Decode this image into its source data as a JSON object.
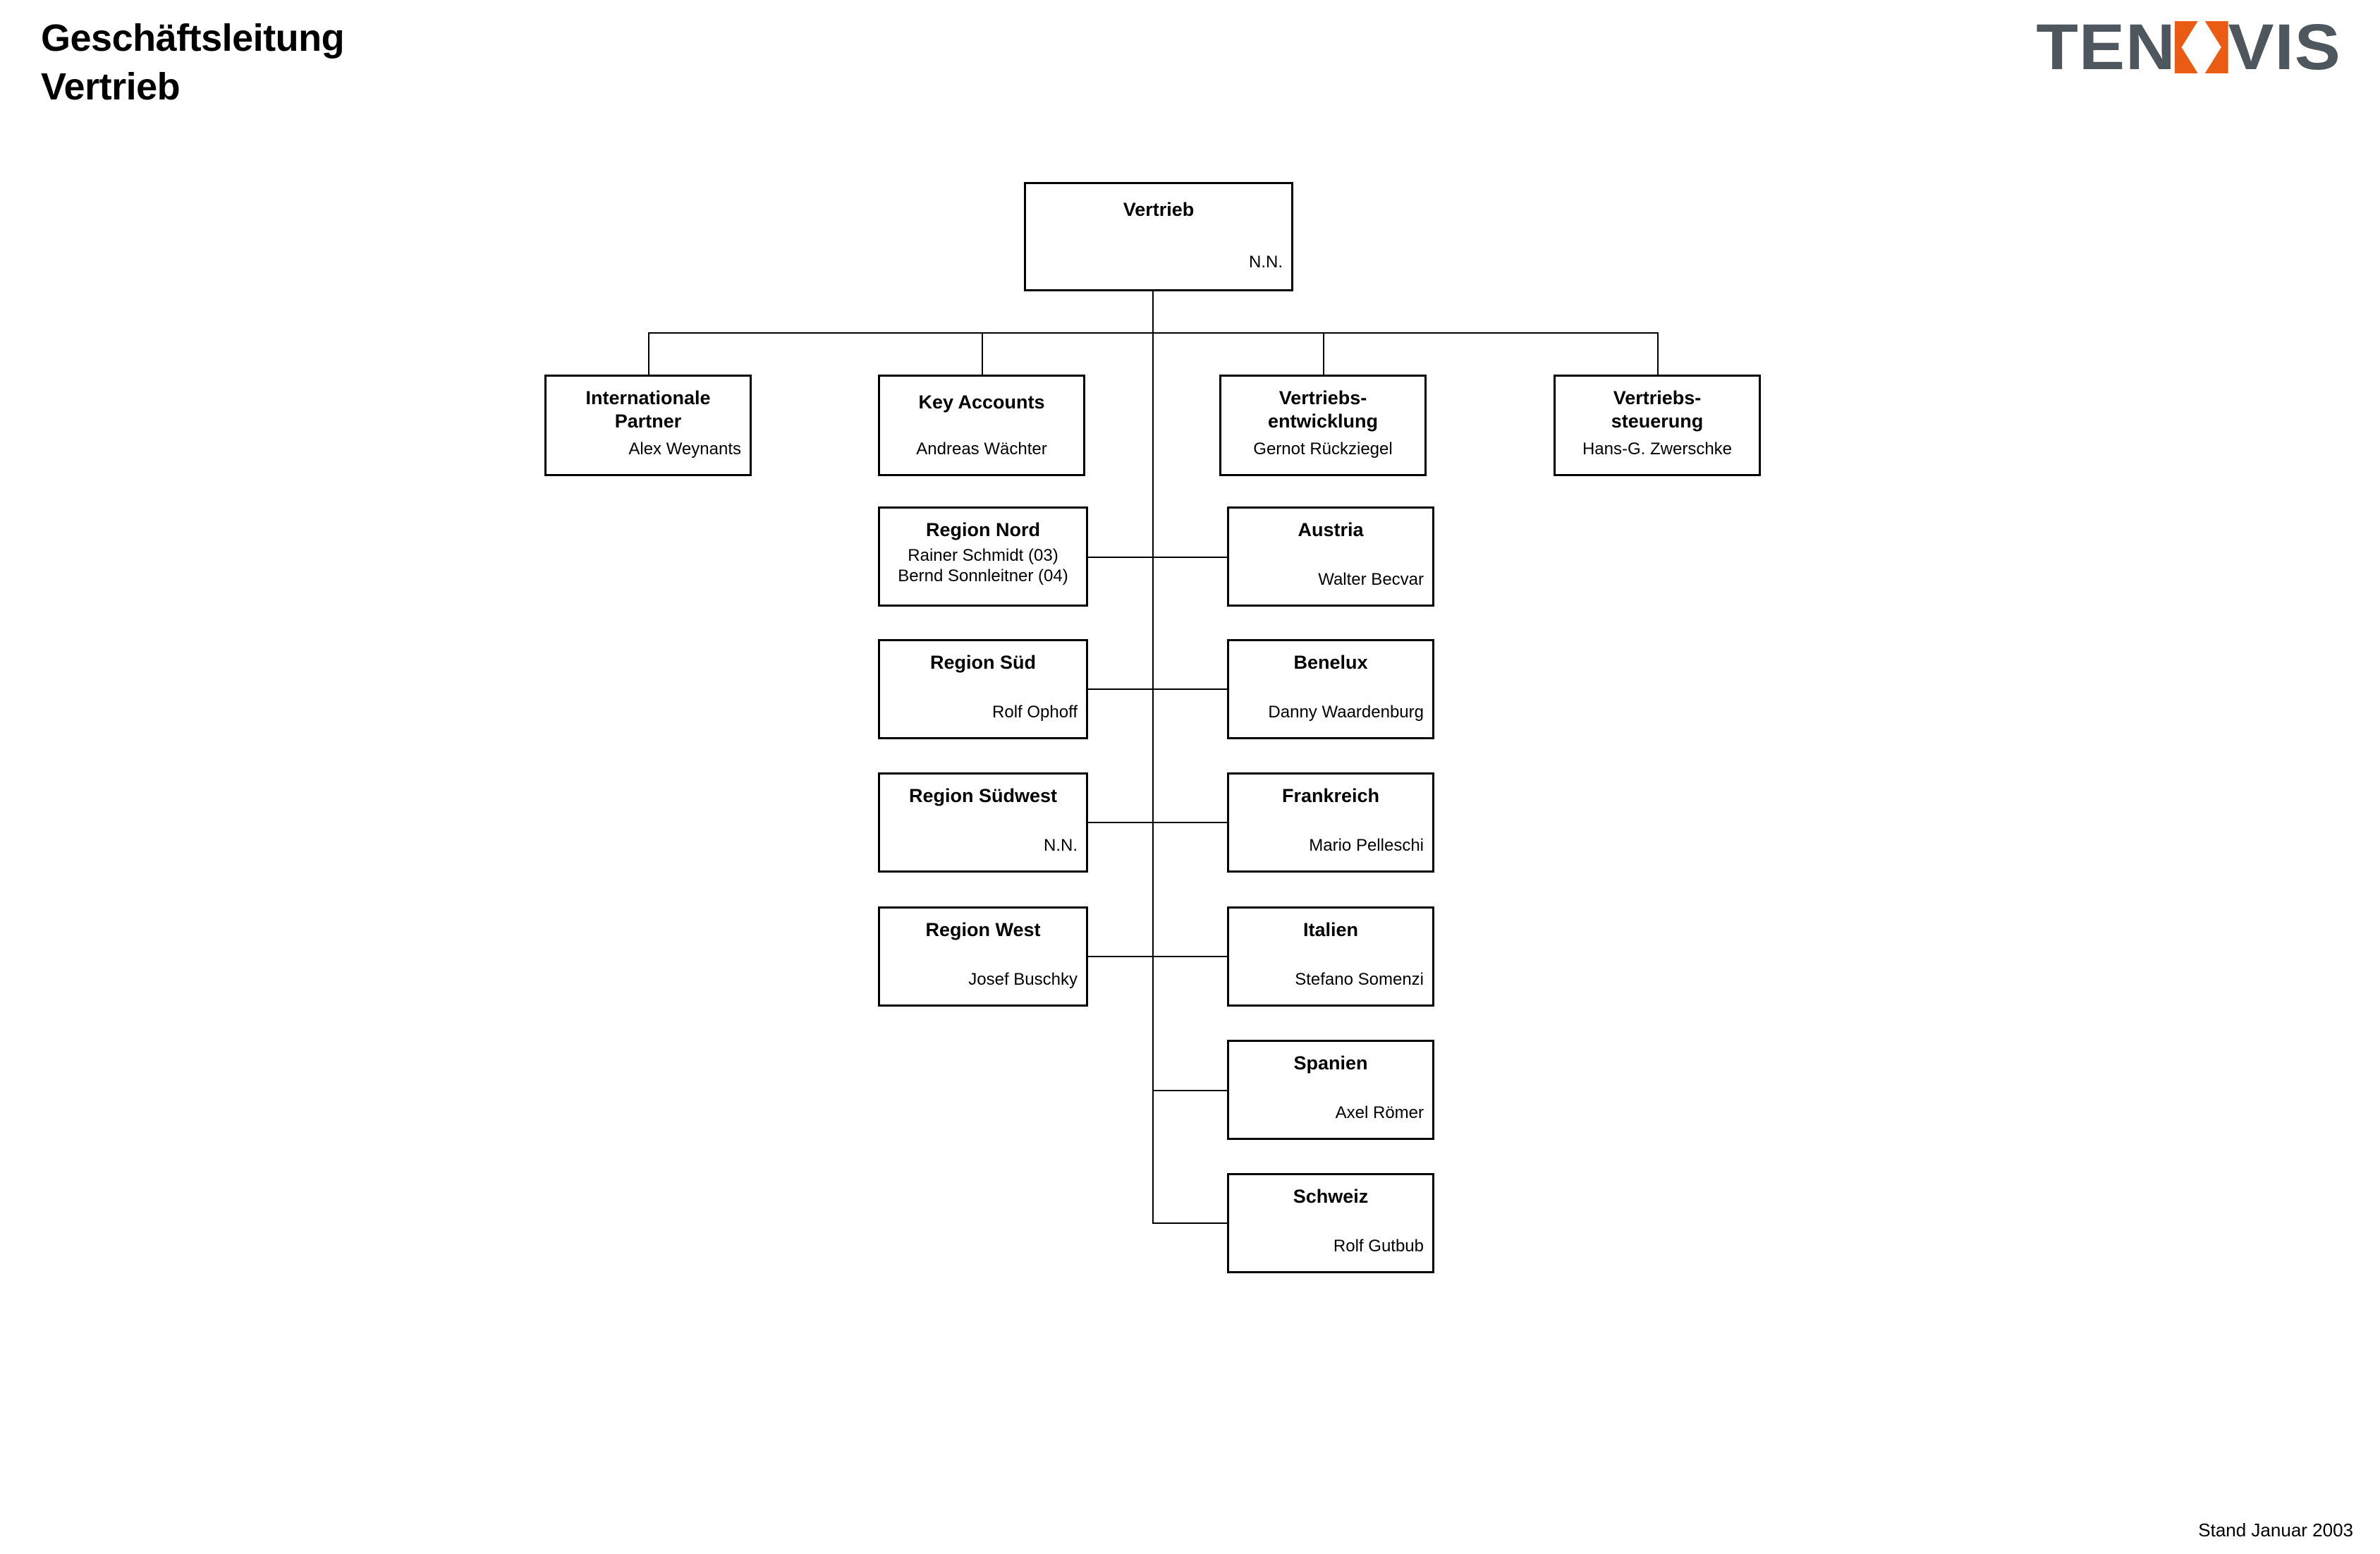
{
  "header": {
    "title": "Geschäftsleitung\nVertrieb",
    "logo_text_1": "TEN",
    "logo_text_2": "VIS",
    "logo_icon": "tenovis-o-icon",
    "logo_gray": "#4e565e",
    "logo_orange": "#ea5b13"
  },
  "footer": {
    "status_note": "Stand Januar 2003"
  },
  "chart_data": {
    "type": "diagram",
    "title": "Geschäftsleitung Vertrieb",
    "root": {
      "title": "Vertrieb",
      "person": "N.N."
    },
    "level2": [
      {
        "title": "Internationale\nPartner",
        "person": "Alex Weynants"
      },
      {
        "title": "Key Accounts",
        "person": "Andreas Wächter"
      },
      {
        "title": "Vertriebs-\nentwicklung",
        "person": "Gernot Rückziegel"
      },
      {
        "title": "Vertriebs-\nsteuerung",
        "person": "Hans-G. Zwerschke"
      }
    ],
    "regions": [
      {
        "title": "Region Nord",
        "person": "Rainer Schmidt (03)\nBernd Sonnleitner (04)"
      },
      {
        "title": "Region Süd",
        "person": "Rolf Ophoff"
      },
      {
        "title": "Region Südwest",
        "person": "N.N."
      },
      {
        "title": "Region West",
        "person": "Josef Buschky"
      }
    ],
    "countries": [
      {
        "title": "Austria",
        "person": "Walter Becvar"
      },
      {
        "title": "Benelux",
        "person": "Danny Waardenburg"
      },
      {
        "title": "Frankreich",
        "person": "Mario Pelleschi"
      },
      {
        "title": "Italien",
        "person": "Stefano Somenzi"
      },
      {
        "title": "Spanien",
        "person": "Axel Römer"
      },
      {
        "title": "Schweiz",
        "person": "Rolf Gutbub"
      }
    ]
  }
}
